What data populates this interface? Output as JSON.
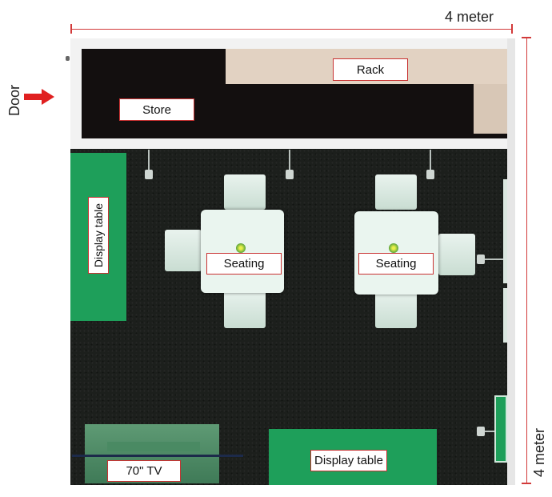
{
  "dimensions": {
    "width_label": "4 meter",
    "height_label": "4 meter"
  },
  "door": {
    "label": "Door"
  },
  "zones": {
    "rack": "Rack",
    "store": "Store",
    "display_table_left": "Display table",
    "display_table_bottom": "Display table",
    "seating_left": "Seating",
    "seating_right": "Seating",
    "tv": "70\" TV"
  },
  "colors": {
    "dimension_line": "#d23a3a",
    "label_border": "#c83232",
    "display_green": "#1e9f5a",
    "door_arrow": "#e02020"
  }
}
